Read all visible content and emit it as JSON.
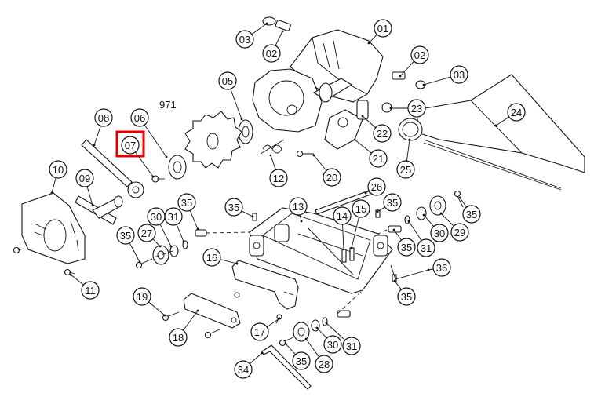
{
  "highlight": {
    "label": "07",
    "color": "#e00000"
  },
  "plain_labels": {
    "blade": "971"
  },
  "callouts": [
    "01",
    "02",
    "03",
    "02",
    "03",
    "05",
    "06",
    "07",
    "08",
    "09",
    "10",
    "11",
    "12",
    "13",
    "14",
    "15",
    "16",
    "17",
    "18",
    "19",
    "20",
    "21",
    "22",
    "23",
    "24",
    "25",
    "26",
    "27",
    "28",
    "29",
    "30",
    "31",
    "35",
    "35",
    "35",
    "35",
    "35",
    "35",
    "35",
    "35",
    "30",
    "31",
    "30",
    "31",
    "34",
    "36"
  ]
}
